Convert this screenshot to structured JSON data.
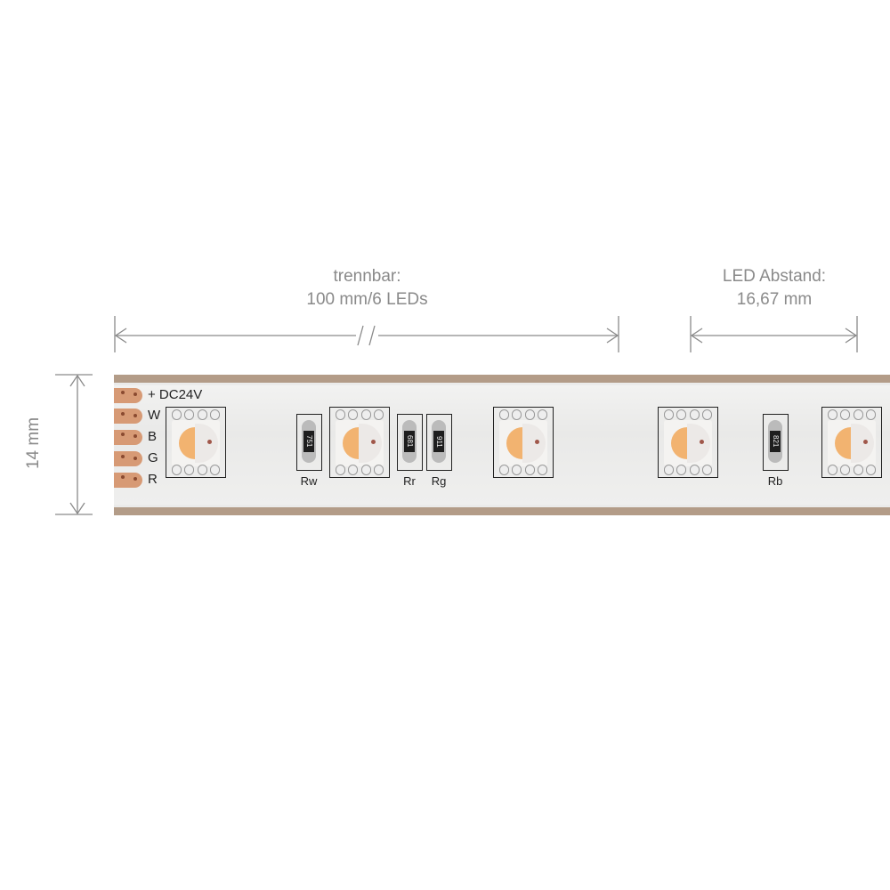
{
  "annotations": {
    "cut_label_line1": "trennbar:",
    "cut_label_line2": "100 mm/6 LEDs",
    "spacing_label_line1": "LED Abstand:",
    "spacing_label_line2": "16,67 mm",
    "height_label": "14 mm"
  },
  "pads": [
    "+ DC24V",
    "W",
    "B",
    "G",
    "R"
  ],
  "resistors": [
    {
      "code": "751",
      "label": "Rw"
    },
    {
      "code": "681",
      "label": "Rr"
    },
    {
      "code": "911",
      "label": "Rg"
    },
    {
      "code": "821",
      "label": "Rb"
    }
  ],
  "led_count_visible": 5,
  "colors": {
    "copper": "#d79a75",
    "edge": "#b39c88",
    "warm_led": "#f2b370"
  }
}
